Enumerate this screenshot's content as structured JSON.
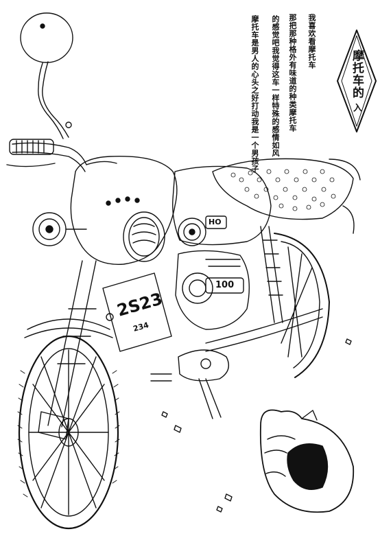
{
  "colors": {
    "ink": "#111111",
    "paper": "#ffffff"
  },
  "calligraphy": {
    "columns": [
      "我喜欢看摩托车",
      "那把那种格外有味道的种类摩托车",
      "的感觉吧我觉得这车一样特殊的感情如风",
      "摩托车是男人的心头之好打动我是一个男孩子"
    ]
  },
  "seal": {
    "text": "摩托车的",
    "sub": "入"
  },
  "plate": {
    "number": "2S23",
    "small": "234"
  },
  "tank_badge": "HO",
  "engine_badge": "100"
}
